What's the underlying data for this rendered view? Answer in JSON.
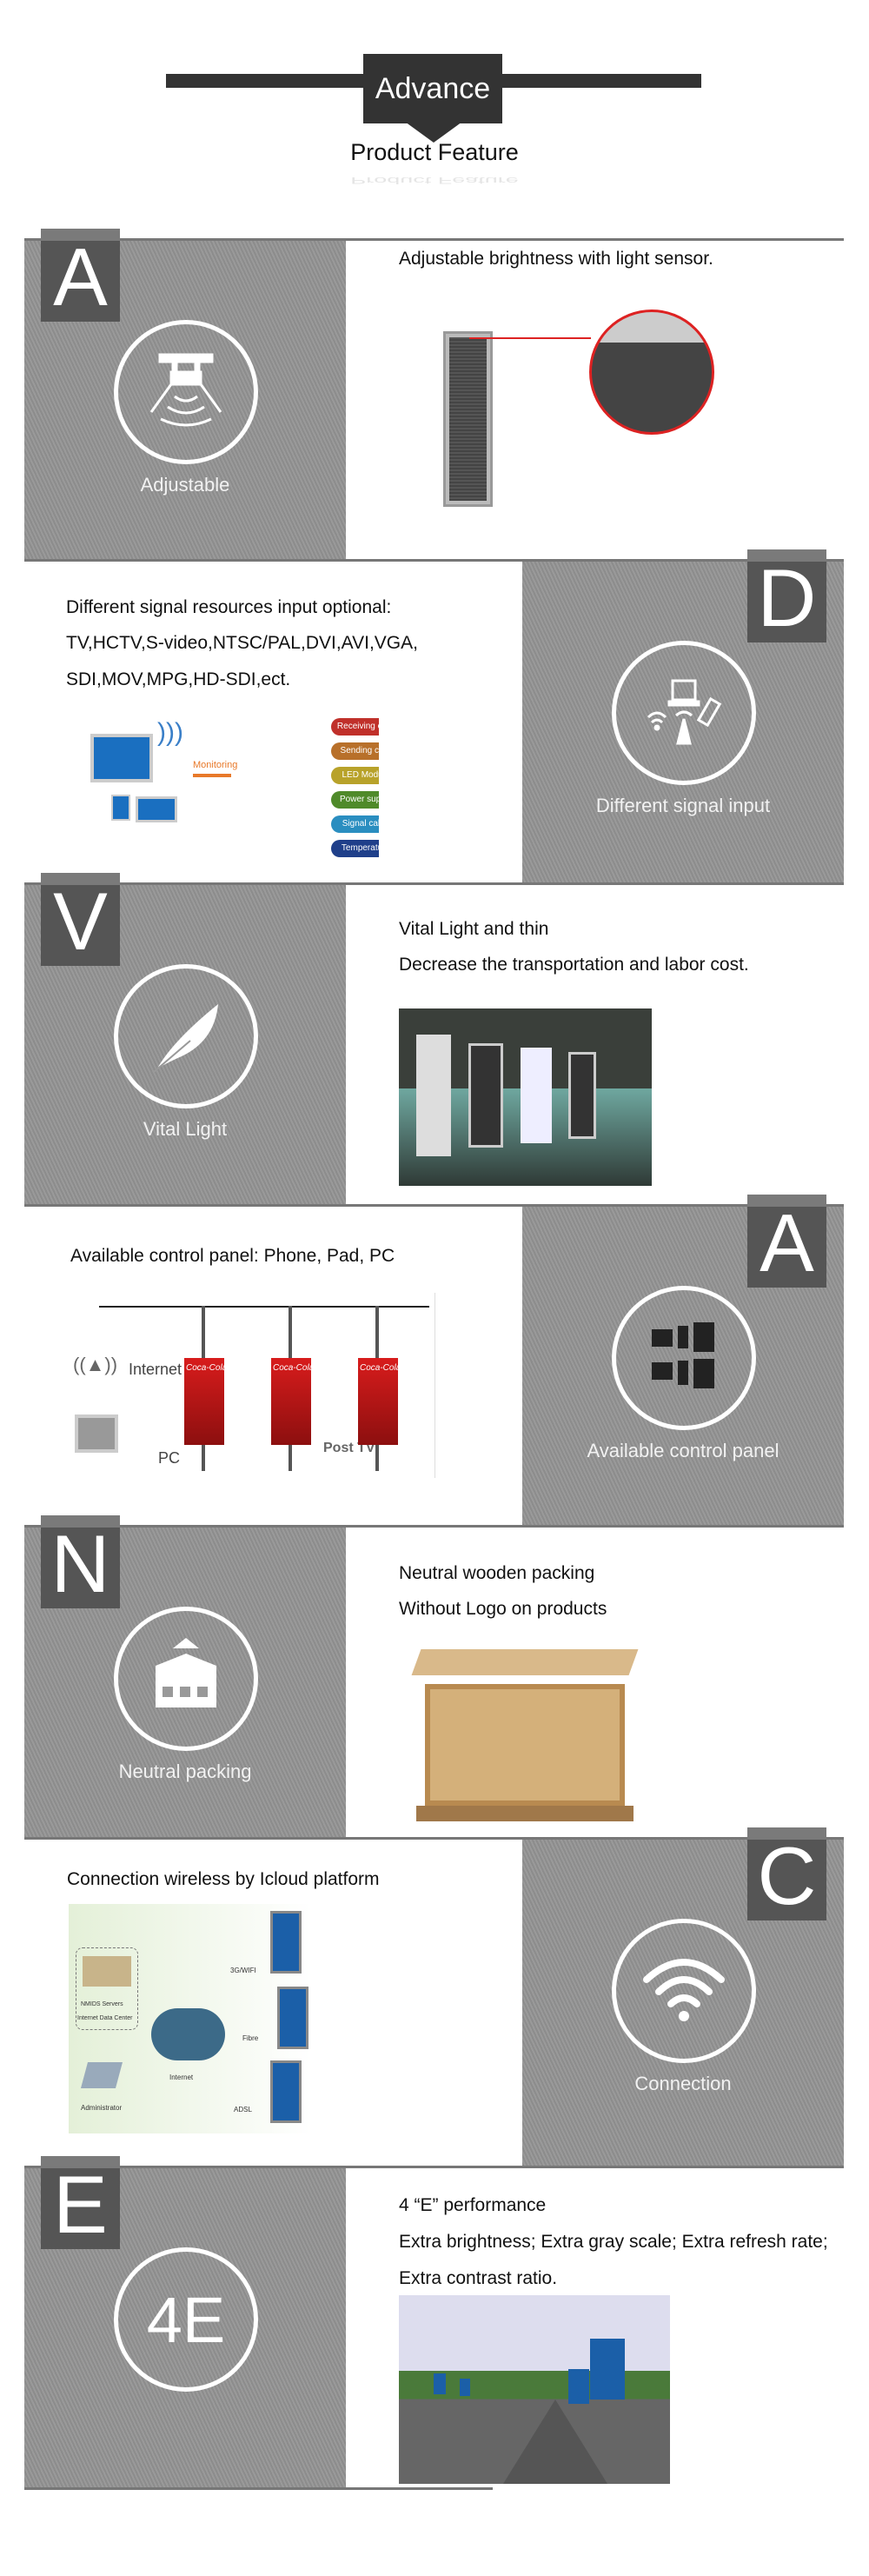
{
  "header": {
    "title": "Advance",
    "subtitle": "Product Feature"
  },
  "sections": [
    {
      "letter": "A",
      "label": "Adjustable",
      "icon": "light-sensor-icon",
      "lines": [
        "Adjustable brightness with light sensor."
      ]
    },
    {
      "letter": "D",
      "label": "Different signal input",
      "icon": "signal-input-icon",
      "lines": [
        "Different signal resources input optional:",
        "TV,HCTV,S-video,NTSC/PAL,DVI,AVI,VGA,",
        "SDI,MOV,MPG,HD-SDI,ect."
      ],
      "diagram": {
        "arrow": "Monitoring",
        "chips": [
          {
            "t": "Receiving card",
            "c": "#c0302a"
          },
          {
            "t": "Sending card",
            "c": "#b8702a"
          },
          {
            "t": "LED Module",
            "c": "#b8a22a"
          },
          {
            "t": "Power supply",
            "c": "#4f8a2a"
          },
          {
            "t": "Signal cable",
            "c": "#2a8ec0"
          },
          {
            "t": "Temperature",
            "c": "#1f3f8a"
          }
        ]
      }
    },
    {
      "letter": "V",
      "label": "Vital Light",
      "icon": "feather-icon",
      "lines": [
        "Vital Light and thin",
        "Decrease the transportation and labor cost."
      ]
    },
    {
      "letter": "A",
      "label": "Available control panel",
      "icon": "devices-icon",
      "lines": [
        "Available control panel: Phone, Pad, PC"
      ],
      "diagram": {
        "internet": "Internet",
        "pc": "PC",
        "post": "Post TV",
        "brand": "Coca-Cola"
      }
    },
    {
      "letter": "N",
      "label": "Neutral packing",
      "icon": "package-icon",
      "lines": [
        "Neutral wooden packing",
        "Without Logo on products"
      ]
    },
    {
      "letter": "C",
      "label": "Connection",
      "icon": "wifi-icon",
      "lines": [
        "Connection wireless by Icloud platform"
      ],
      "diagram": {
        "servers": "NMIDS Servers",
        "idc": "Internet Data Center",
        "internet": "Internet",
        "admin": "Administrator",
        "wifi": "3G/WIFI",
        "fibre": "Fibre",
        "adsl": "ADSL"
      }
    },
    {
      "letter": "E",
      "label": "4E",
      "icon": "4e-icon",
      "lines": [
        "4 “E” performance",
        "Extra brightness; Extra gray scale; Extra refresh rate;",
        "Extra contrast ratio."
      ]
    }
  ]
}
